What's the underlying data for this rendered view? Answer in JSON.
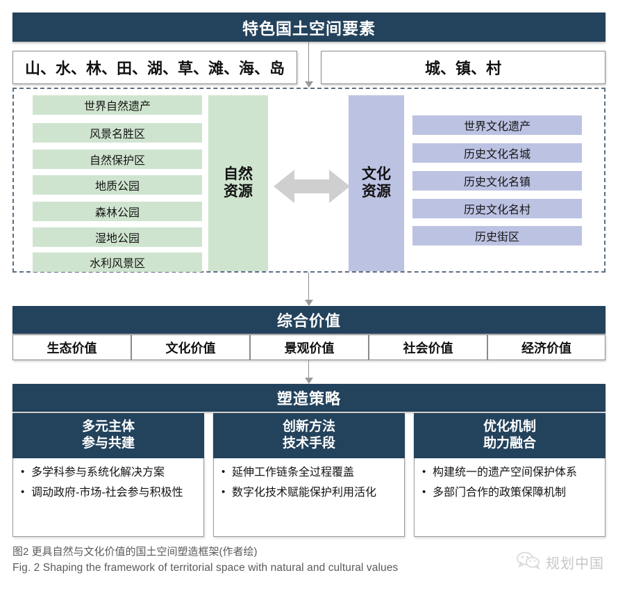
{
  "figure": {
    "top_band_title": "特色国土空间要素",
    "top_boxes": [
      {
        "label": "山、水、林、田、湖、草、滩、海、岛"
      },
      {
        "label": "城、镇、村"
      }
    ],
    "resources": {
      "natural": {
        "column_label": "自然\n资源",
        "column_line1": "自然",
        "column_line2": "资源",
        "color": "#cfe4cf",
        "items": [
          "世界自然遗产",
          "风景名胜区",
          "自然保护区",
          "地质公园",
          "森林公园",
          "湿地公园",
          "水利风景区"
        ]
      },
      "cultural": {
        "column_line1": "文化",
        "column_line2": "资源",
        "color": "#bcc2e2",
        "items": [
          "世界文化遗产",
          "历史文化名城",
          "历史文化名镇",
          "历史文化名村",
          "历史街区"
        ]
      },
      "link_icon": "double-headed-arrow"
    },
    "value_band_title": "综合价值",
    "values": [
      "生态价值",
      "文化价值",
      "景观价值",
      "社会价值",
      "经济价值"
    ],
    "strategy_band_title": "塑造策略",
    "strategies": [
      {
        "title_line1": "多元主体",
        "title_line2": "参与共建",
        "bullets": [
          "多学科参与系统化解决方案",
          "调动政府-市场-社会参与积极性"
        ]
      },
      {
        "title_line1": "创新方法",
        "title_line2": "技术手段",
        "bullets": [
          "延伸工作链条全过程覆盖",
          "数字化技术赋能保护利用活化"
        ]
      },
      {
        "title_line1": "优化机制",
        "title_line2": "助力融合",
        "bullets": [
          "构建统一的遗产空间保护体系",
          "多部门合作的政策保障机制"
        ]
      }
    ],
    "caption": {
      "zh": "图2  更具自然与文化价值的国土空间塑造框架(作者绘)",
      "en": "Fig. 2  Shaping the framework of territorial space with natural and cultural values"
    },
    "watermark": {
      "icon": "wechat-icon",
      "text": "规划中国"
    },
    "colors": {
      "navy": "#23425c",
      "green": "#cfe4cf",
      "purple": "#bcc2e2",
      "arrow_gray": "#cfcfcf",
      "dashed_border": "#5d6d80"
    }
  }
}
